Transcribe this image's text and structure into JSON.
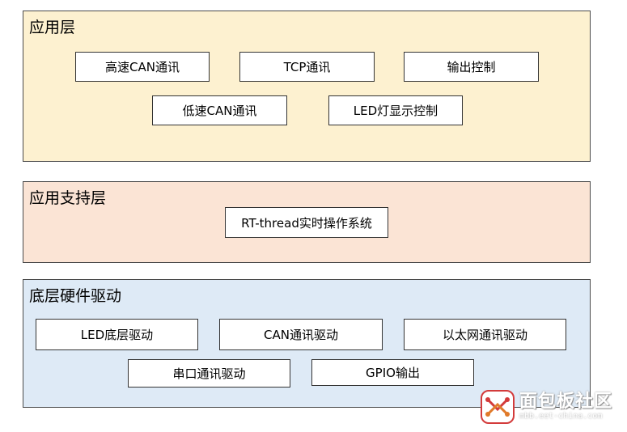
{
  "layers": [
    {
      "title": "应用层",
      "color": "#fdf1d0",
      "modules": [
        "高速CAN通讯",
        "TCP通讯",
        "输出控制",
        "低速CAN通讯",
        "LED灯显示控制"
      ]
    },
    {
      "title": "应用支持层",
      "color": "#fbe4d5",
      "modules": [
        "RT-thread实时操作系统"
      ]
    },
    {
      "title": "底层硬件驱动",
      "color": "#deeaf6",
      "modules": [
        "LED底层驱动",
        "CAN通讯驱动",
        "以太网通讯驱动",
        "串口通讯驱动",
        "GPIO输出"
      ]
    }
  ],
  "watermark": {
    "main": "面包板社区",
    "sub": "mbb.eet-china.com",
    "logo_icon": "breadboard-logo-icon"
  }
}
